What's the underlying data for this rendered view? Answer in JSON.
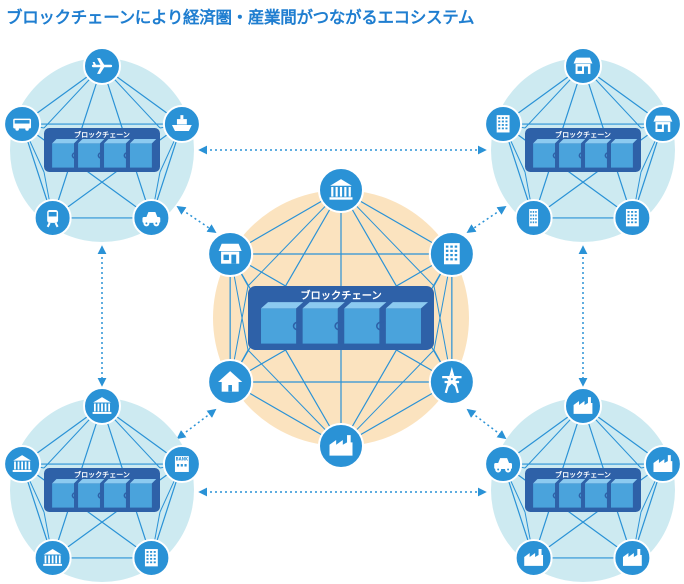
{
  "title": "ブロックチェーンにより経済圏・産業間がつながるエコシステム",
  "colors": {
    "title": "#1f7ed0",
    "small_bg": "#cdeaf1",
    "center_bg": "#fbe3bf",
    "node": "#2a92d6",
    "line": "#2a92d6",
    "chain_box": "#2e61a8",
    "cube": "#4aa3dc",
    "cube_light": "#8ccaf0",
    "arrow": "#2a92d6"
  },
  "center": {
    "label": "ブロックチェーン",
    "icons": [
      "bank-icon",
      "office-building-icon",
      "power-tower-icon",
      "factory-icon",
      "house-icon",
      "shop-icon"
    ]
  },
  "clusters": [
    {
      "id": "top-left",
      "label": "ブロックチェーン",
      "icons": [
        "airplane-icon",
        "ship-icon",
        "car-icon",
        "train-icon",
        "bus-icon"
      ]
    },
    {
      "id": "top-right",
      "label": "ブロックチェーン",
      "icons": [
        "shop-icon",
        "store-icon",
        "office-building-icon",
        "tower-icon",
        "hotel-icon"
      ]
    },
    {
      "id": "bottom-left",
      "label": "ブロックチェーン",
      "icons": [
        "bank-icon",
        "bank-building-icon",
        "office-building-icon",
        "government-icon",
        "bank-icon"
      ],
      "bank_text": "BANK"
    },
    {
      "id": "bottom-right",
      "label": "ブロックチェーン",
      "icons": [
        "factory-icon",
        "factory-icon",
        "factory-icon",
        "factory-icon",
        "truck-icon"
      ]
    }
  ]
}
